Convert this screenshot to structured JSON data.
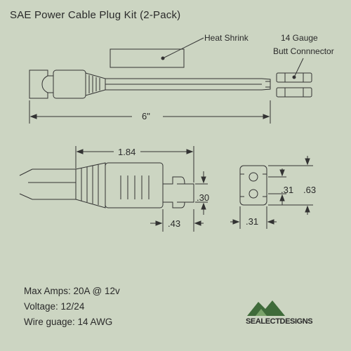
{
  "title": "SAE Power Cable Plug Kit (2-Pack)",
  "labels": {
    "heat_shrink": "Heat Shrink",
    "butt_connector_line1": "14 Gauge",
    "butt_connector_line2": "Butt Connnector"
  },
  "dimensions": {
    "length": "6\"",
    "plug_length": "1.84",
    "tab_height": ".30",
    "tab_length": ".43",
    "face_inner": ".31",
    "face_height": ".63",
    "face_width": ".31"
  },
  "specs": {
    "max_amps": "Max Amps: 20A @ 12v",
    "voltage": "Voltage: 12/24",
    "wire_gauge": "Wire guage: 14 AWG"
  },
  "logo": {
    "text": "SEALECTDESIGNS"
  }
}
